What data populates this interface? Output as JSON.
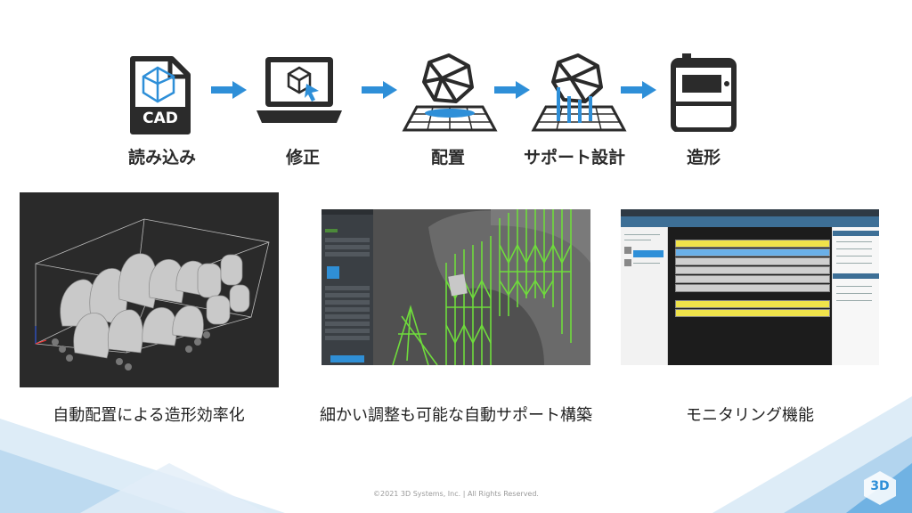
{
  "workflow": {
    "steps": [
      {
        "label": "読み込み",
        "icon": "cad-file-icon",
        "icon_text": "CAD"
      },
      {
        "label": "修正",
        "icon": "laptop-edit-icon"
      },
      {
        "label": "配置",
        "icon": "build-platform-icon"
      },
      {
        "label": "サポート設計",
        "icon": "support-design-icon"
      },
      {
        "label": "造形",
        "icon": "printer-icon"
      }
    ],
    "arrow_color": "#2e8fd8",
    "icon_color": "#2b2b2b"
  },
  "features": [
    {
      "caption": "自動配置による造形効率化",
      "image": "auto-placement-screenshot"
    },
    {
      "caption": "細かい調整も可能な自動サポート構築",
      "image": "auto-support-screenshot"
    },
    {
      "caption": "モニタリング機能",
      "image": "monitoring-screenshot"
    }
  ],
  "footer": {
    "copyright": "©2021 3D Systems, Inc. | All Rights Reserved.",
    "logo_text": "3D"
  },
  "colors": {
    "accent_blue": "#2e8fd8",
    "support_green": "#6fdc3c",
    "dark_bg": "#2a2a2a",
    "yellow_row": "#f0e34a"
  }
}
